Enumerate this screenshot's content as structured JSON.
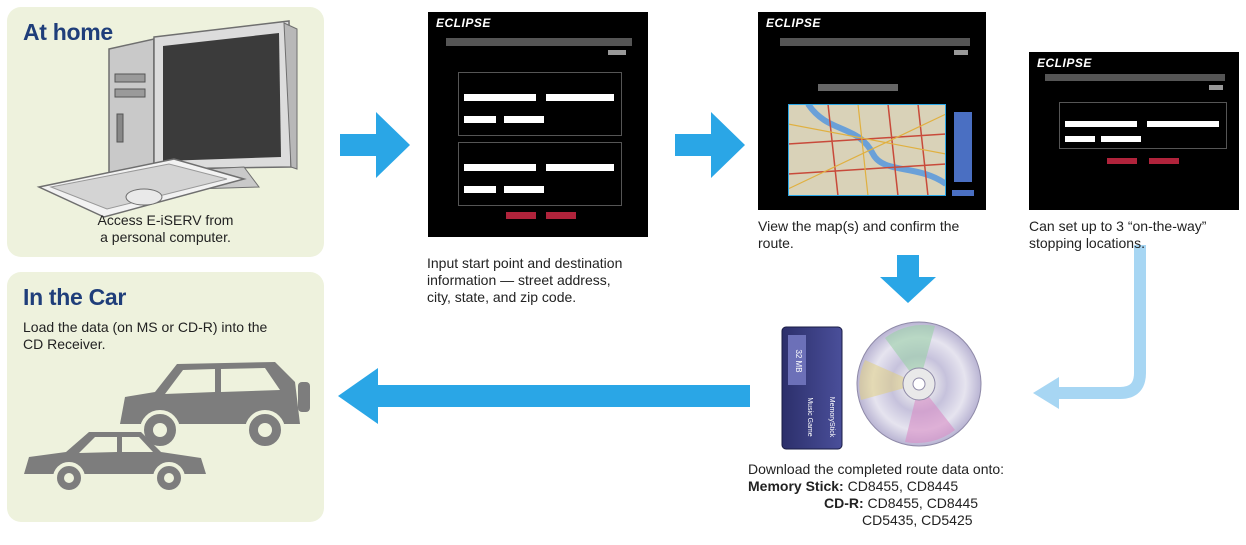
{
  "home": {
    "title": "At home",
    "caption_line1": "Access E-iSERV from",
    "caption_line2": "a personal computer."
  },
  "car": {
    "title": "In the Car",
    "caption_line1": "Load the data (on MS or CD-R) into the",
    "caption_line2": "CD Receiver."
  },
  "step_input": {
    "logo": "ECLIPSE",
    "caption_line1": "Input start point and destination",
    "caption_line2": "information — street address,",
    "caption_line3": "city, state, and zip code."
  },
  "step_map": {
    "logo": "ECLIPSE",
    "caption_line1": "View the map(s) and confirm the",
    "caption_line2": "route."
  },
  "step_stops": {
    "logo": "ECLIPSE",
    "caption_line1": "Can set up to 3 “on-the-way”",
    "caption_line2": "stopping locations."
  },
  "download": {
    "intro": "Download the completed route data onto:",
    "ms_label": "Memory Stick:",
    "ms_models": "CD8455, CD8445",
    "cdr_label": "CD-R:",
    "cdr_models_1": "CD8455, CD8445",
    "cdr_models_2": "CD5435, CD5425"
  },
  "memory_stick": {
    "capacity": "32 MB",
    "brand": "Music Game",
    "label": "MemoryStick"
  },
  "colors": {
    "arrow_blue": "#2aa6e6",
    "arrow_light": "#a7d6f3",
    "panel_bg": "#eef2dd",
    "title_blue": "#1f3e7a",
    "car_gray": "#7d7d7d"
  }
}
